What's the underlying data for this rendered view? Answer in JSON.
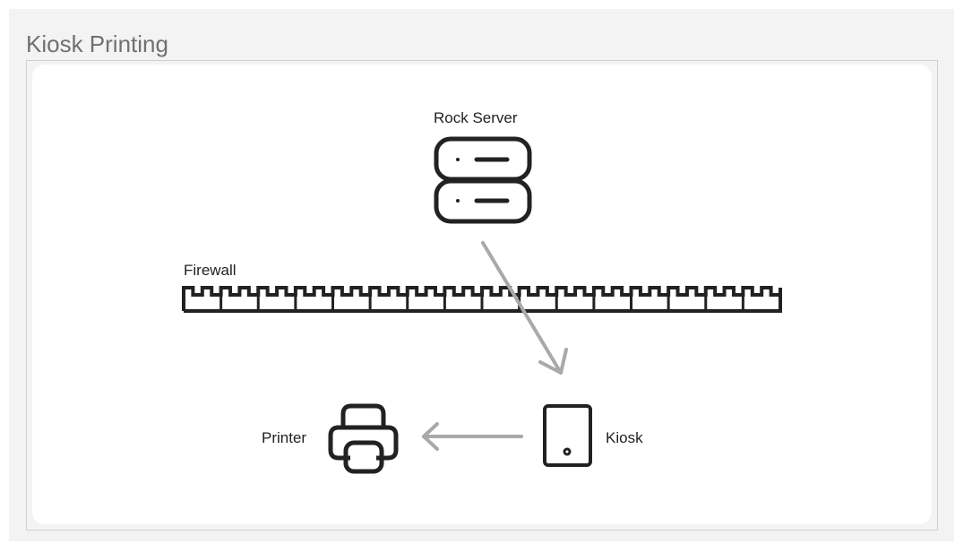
{
  "page": {
    "title": "Kiosk Printing"
  },
  "diagram": {
    "nodes": {
      "server": {
        "label": "Rock Server",
        "icon": "server-icon"
      },
      "firewall": {
        "label": "Firewall",
        "icon": "firewall-icon"
      },
      "kiosk": {
        "label": "Kiosk",
        "icon": "tablet-icon"
      },
      "printer": {
        "label": "Printer",
        "icon": "printer-icon"
      }
    },
    "edges": [
      {
        "from": "Rock Server",
        "to": "Kiosk"
      },
      {
        "from": "Kiosk",
        "to": "Printer"
      }
    ],
    "colors": {
      "icon_stroke": "#222222",
      "arrow": "#a9a9a9",
      "background": "#f3f3f3",
      "canvas": "#ffffff",
      "title": "#707070"
    }
  }
}
